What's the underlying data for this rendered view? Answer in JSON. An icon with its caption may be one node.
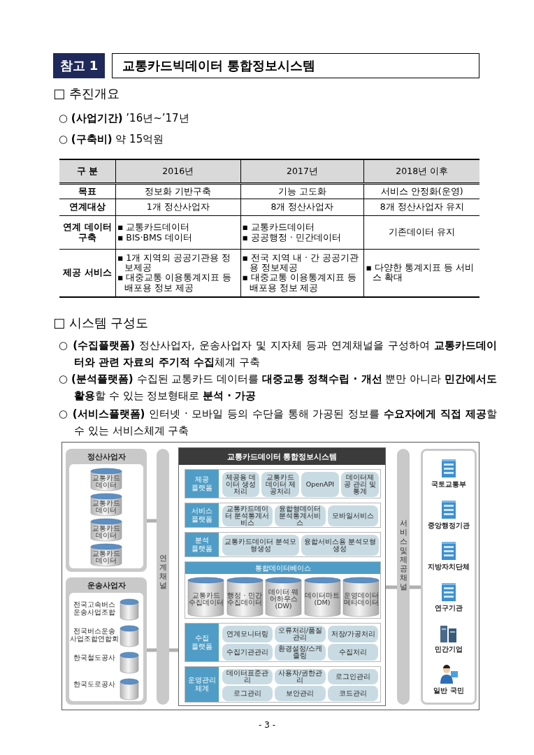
{
  "diagram": {
    "title": "교통카드빅데이터 통합정보시스템",
    "nodes": [
      {
        "text": [
          "정산사업자"
        ]
      },
      {
        "text": [
          "교통카드 데이터"
        ],
        "in": 0
      },
      {
        "text": [
          "교통카드 데이터"
        ],
        "in": 0
      },
      {
        "text": [
          "교통카드 데이터"
        ],
        "in": 0
      },
      {
        "text": [
          "교통카드 데이터"
        ],
        "in": 0
      },
      {
        "text": [
          "운송사업자"
        ]
      },
      {
        "text": [],
        "shape": "cylinder",
        "beside": [
          "전국고속버스 운송사업조합"
        ],
        "in": 5
      },
      {
        "text": [],
        "shape": "cylinder",
        "beside": [
          "전국버스운송 사업조합연합회"
        ],
        "in": 5
      },
      {
        "text": [],
        "shape": "cylinder",
        "beside": [
          "한국철도공사"
        ],
        "in": 5
      },
      {
        "text": [],
        "shape": "cylinder",
        "beside": [
          "한국도로공사"
        ],
        "in": 5
      },
      {
        "text": [
          "연계채널"
        ]
      },
      {
        "text": [
          "교통카드데이터 통합정보시스템"
        ]
      },
      {
        "text": [
          "제공 플랫폼"
        ],
        "in": 11
      },
      {
        "text": [
          "제공용 데이터 생성처리"
        ],
        "in": 12
      },
      {
        "text": [
          "교통카드데이터 제공처리"
        ],
        "in": 12
      },
      {
        "text": [
          "OpenAPI"
        ],
        "in": 12
      },
      {
        "text": [
          "데이터제공 관리 및 통계"
        ],
        "in": 12
      },
      {
        "text": [
          "서비스 플랫폼"
        ],
        "in": 11
      },
      {
        "text": [
          "교통카드데이터 분석통계서비스"
        ],
        "in": 17
      },
      {
        "text": [
          "융합형데이터 분석통계서비스"
        ],
        "in": 17
      },
      {
        "text": [
          "모바일서비스"
        ],
        "in": 17
      },
      {
        "text": [
          "분석 플랫폼"
        ],
        "in": 11
      },
      {
        "text": [
          "교통카드데이터 분석모형생성"
        ],
        "in": 21
      },
      {
        "text": [
          "융합서비스용 분석모형생성"
        ],
        "in": 21
      },
      {
        "text": [
          "통합데이터베이스"
        ],
        "in": 11
      },
      {
        "text": [
          "교통카드 수집데이터"
        ],
        "in": 24
      },
      {
        "text": [
          "행정 · 민간 수집데이터"
        ],
        "in": 24
      },
      {
        "text": [
          "데이터 웨어하우스 (DW)"
        ],
        "in": 24
      },
      {
        "text": [
          "데이터마트 (DM)"
        ],
        "in": 24
      },
      {
        "text": [
          "운영데이터 메타데이터"
        ],
        "in": 24
      },
      {
        "text": [
          "수집 플랫폼"
        ],
        "in": 11
      },
      {
        "text": [
          "연계모니터링"
        ],
        "in": 30
      },
      {
        "text": [
          "오류처리/품질관리"
        ],
        "in": 30
      },
      {
        "text": [
          "저장/가공처리"
        ],
        "in": 30
      },
      {
        "text": [
          "수집기관관리"
        ],
        "in": 30
      },
      {
        "text": [
          "환경설정/스케줄링"
        ],
        "in": 30
      },
      {
        "text": [
          "수집처리"
        ],
        "in": 30
      },
      {
        "text": [
          "운영관리 체계"
        ],
        "in": 11
      },
      {
        "text": [
          "데이터표준관리"
        ],
        "in": 37
      },
      {
        "text": [
          "사용자/권한관리"
        ],
        "in": 37
      },
      {
        "text": [
          "로그인관리"
        ],
        "in": 37
      },
      {
        "text": [
          "로그관리"
        ],
        "in": 37
      },
      {
        "text": [
          "보안관리"
        ],
        "in": 37
      },
      {
        "text": [
          "코드관리"
        ],
        "in": 37
      },
      {
        "text": [
          "서비스 및 제공채널"
        ]
      },
      {
        "text": [],
        "shape": "box"
      },
      {
        "text": [
          "국토교통부"
        ],
        "in": 45
      },
      {
        "text": [
          "중앙행정기관"
        ],
        "in": 45
      },
      {
        "text": [
          "지방자치단체"
        ],
        "in": 45
      },
      {
        "text": [
          "연구기관"
        ],
        "in": 45
      },
      {
        "text": [
          "민간기업"
        ],
        "in": 45
      },
      {
        "text": [
          "일반 국민"
        ],
        "in": 45
      }
    ],
    "edges": [
      {
        "from": 0,
        "to": 10,
        "arrow": "none"
      },
      {
        "from": 5,
        "to": 10,
        "arrow": "none"
      },
      {
        "from": 10,
        "to": 11,
        "arrow": "none"
      },
      {
        "from": 11,
        "to": 44,
        "arrow": "none"
      },
      {
        "from": 44,
        "to": 45,
        "arrow": "none"
      }
    ],
    "labels": [
      "참고 1",
      "□ 추진개요",
      "○ **(사업기간)** ’16년~’17년",
      "○ **(구축비)** 약 15억원",
      "구 분",
      "2016년",
      "2017년",
      "2018년 이후",
      "목표",
      "정보화 기반구축",
      "기능 고도화",
      "서비스 안정화(운영)",
      "연계대상",
      "1개 정산사업자",
      "8개 정산사업자",
      "8개 정산사업자 유지",
      "연계 데이터 구축",
      "▪ 교통카드데이터",
      "▪ BIS·BMS 데이터",
      "▪ 교통카드데이터",
      "▪ 공공행정 · 민간데이터",
      "기존데이터 유지",
      "제공 서비스",
      "▪ 1개 지역의 공공기관용 정보제공",
      "▪ 대중교통 이용통계지표 등 배포용 정보 제공",
      "▪ 전국 지역 내 · 간 공공기관용 정보제공",
      "▪ 대중교통 이용통계지표 등 배포용 정보 제공",
      "▪ 다양한 통계지표 등 서비스 확대",
      "□ 시스템 구성도",
      "○ **(수집플랫폼)** 정산사업자, 운송사업자 및 지자체 등과 연계채널을 구성하여 **교통카드데이터와 관련 자료의 주기적 수집**체계 구축",
      "○ **(분석플랫폼)** 수집된 교통카드 데이터를 **대중교통 정책수립 · 개선** 뿐만 아니라 **민간에서도 활용**할 수 있는 정보형태로 **분석 · 가공**",
      "○ **(서비스플랫폼)** 인터넷 · 모바일 등의 수단을 통해 가공된 정보를 **수요자에게 직접 제공**할 수 있는 서비스체계 구축",
      "- 3 -"
    ]
  }
}
